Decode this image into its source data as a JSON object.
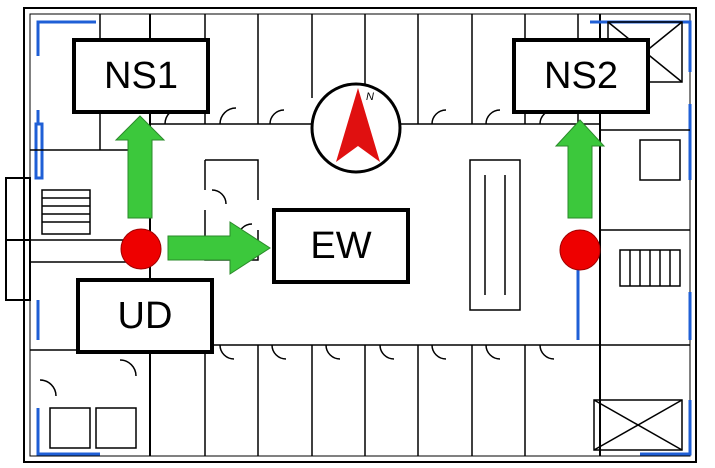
{
  "labels": {
    "ns1": "NS1",
    "ns2": "NS2",
    "ew": "EW",
    "ud": "UD"
  },
  "compass": {
    "letter": "N"
  },
  "colors": {
    "wall": "#000000",
    "window": "#1f5fd6",
    "arrow": "#3cc83c",
    "sensor": "#ee0000",
    "compass_needle": "#e01010"
  }
}
